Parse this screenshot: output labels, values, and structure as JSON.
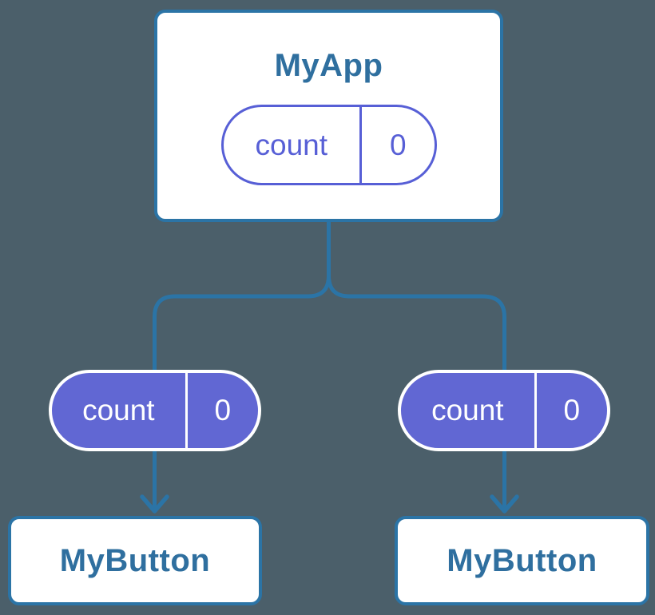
{
  "colors": {
    "background": "#4b5f6a",
    "card_background": "#ffffff",
    "card_border": "#2b74a6",
    "title_text": "#2f6f9f",
    "connector": "#2b74a6",
    "pill_outline": "#575fd6",
    "pill_fill": "#6167d3",
    "pill_filled_text": "#ffffff"
  },
  "diagram": {
    "root": {
      "title": "MyApp",
      "state": {
        "name": "count",
        "value": "0"
      }
    },
    "children": [
      {
        "title": "MyButton",
        "prop": {
          "name": "count",
          "value": "0"
        }
      },
      {
        "title": "MyButton",
        "prop": {
          "name": "count",
          "value": "0"
        }
      }
    ]
  }
}
